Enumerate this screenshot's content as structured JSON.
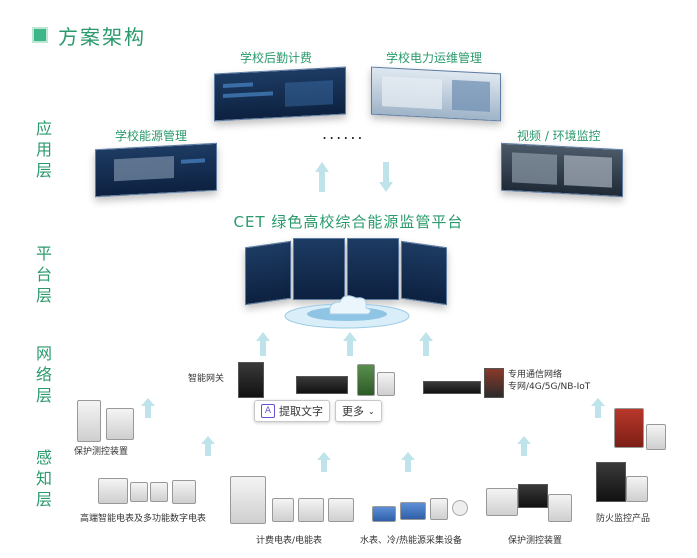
{
  "header": {
    "title": "方案架构"
  },
  "layers": {
    "application": [
      "应",
      "用",
      "层"
    ],
    "platform": [
      "平",
      "台",
      "层"
    ],
    "network": [
      "网",
      "络",
      "层"
    ],
    "perception": [
      "感",
      "知",
      "层"
    ]
  },
  "apps": {
    "logistics": "学校后勤计费",
    "power_ops": "学校电力运维管理",
    "energy": "学校能源管理",
    "video_env": "视频 / 环境监控",
    "ellipsis": "......"
  },
  "platform": {
    "title": "CET  绿色高校综合能源监管平台"
  },
  "network": {
    "gateway": "智能网关",
    "comm_line1": "专用通信网络",
    "comm_line2": "专网/4G/5G/NB-IoT"
  },
  "toolbar": {
    "extract_text": "提取文字",
    "more": "更多"
  },
  "perception": {
    "protection_top": "保护测控装置",
    "meters": "高端智能电表及多功能数字电表",
    "billing": "计费电表/电能表",
    "water": "水表、冷/热能源采集设备",
    "protection_bottom": "保护测控装置",
    "fire": "防火监控产品"
  },
  "colors": {
    "accent": "#2a9a6c",
    "arrow": "#bfe3ea",
    "screen": "#1d3b63"
  }
}
